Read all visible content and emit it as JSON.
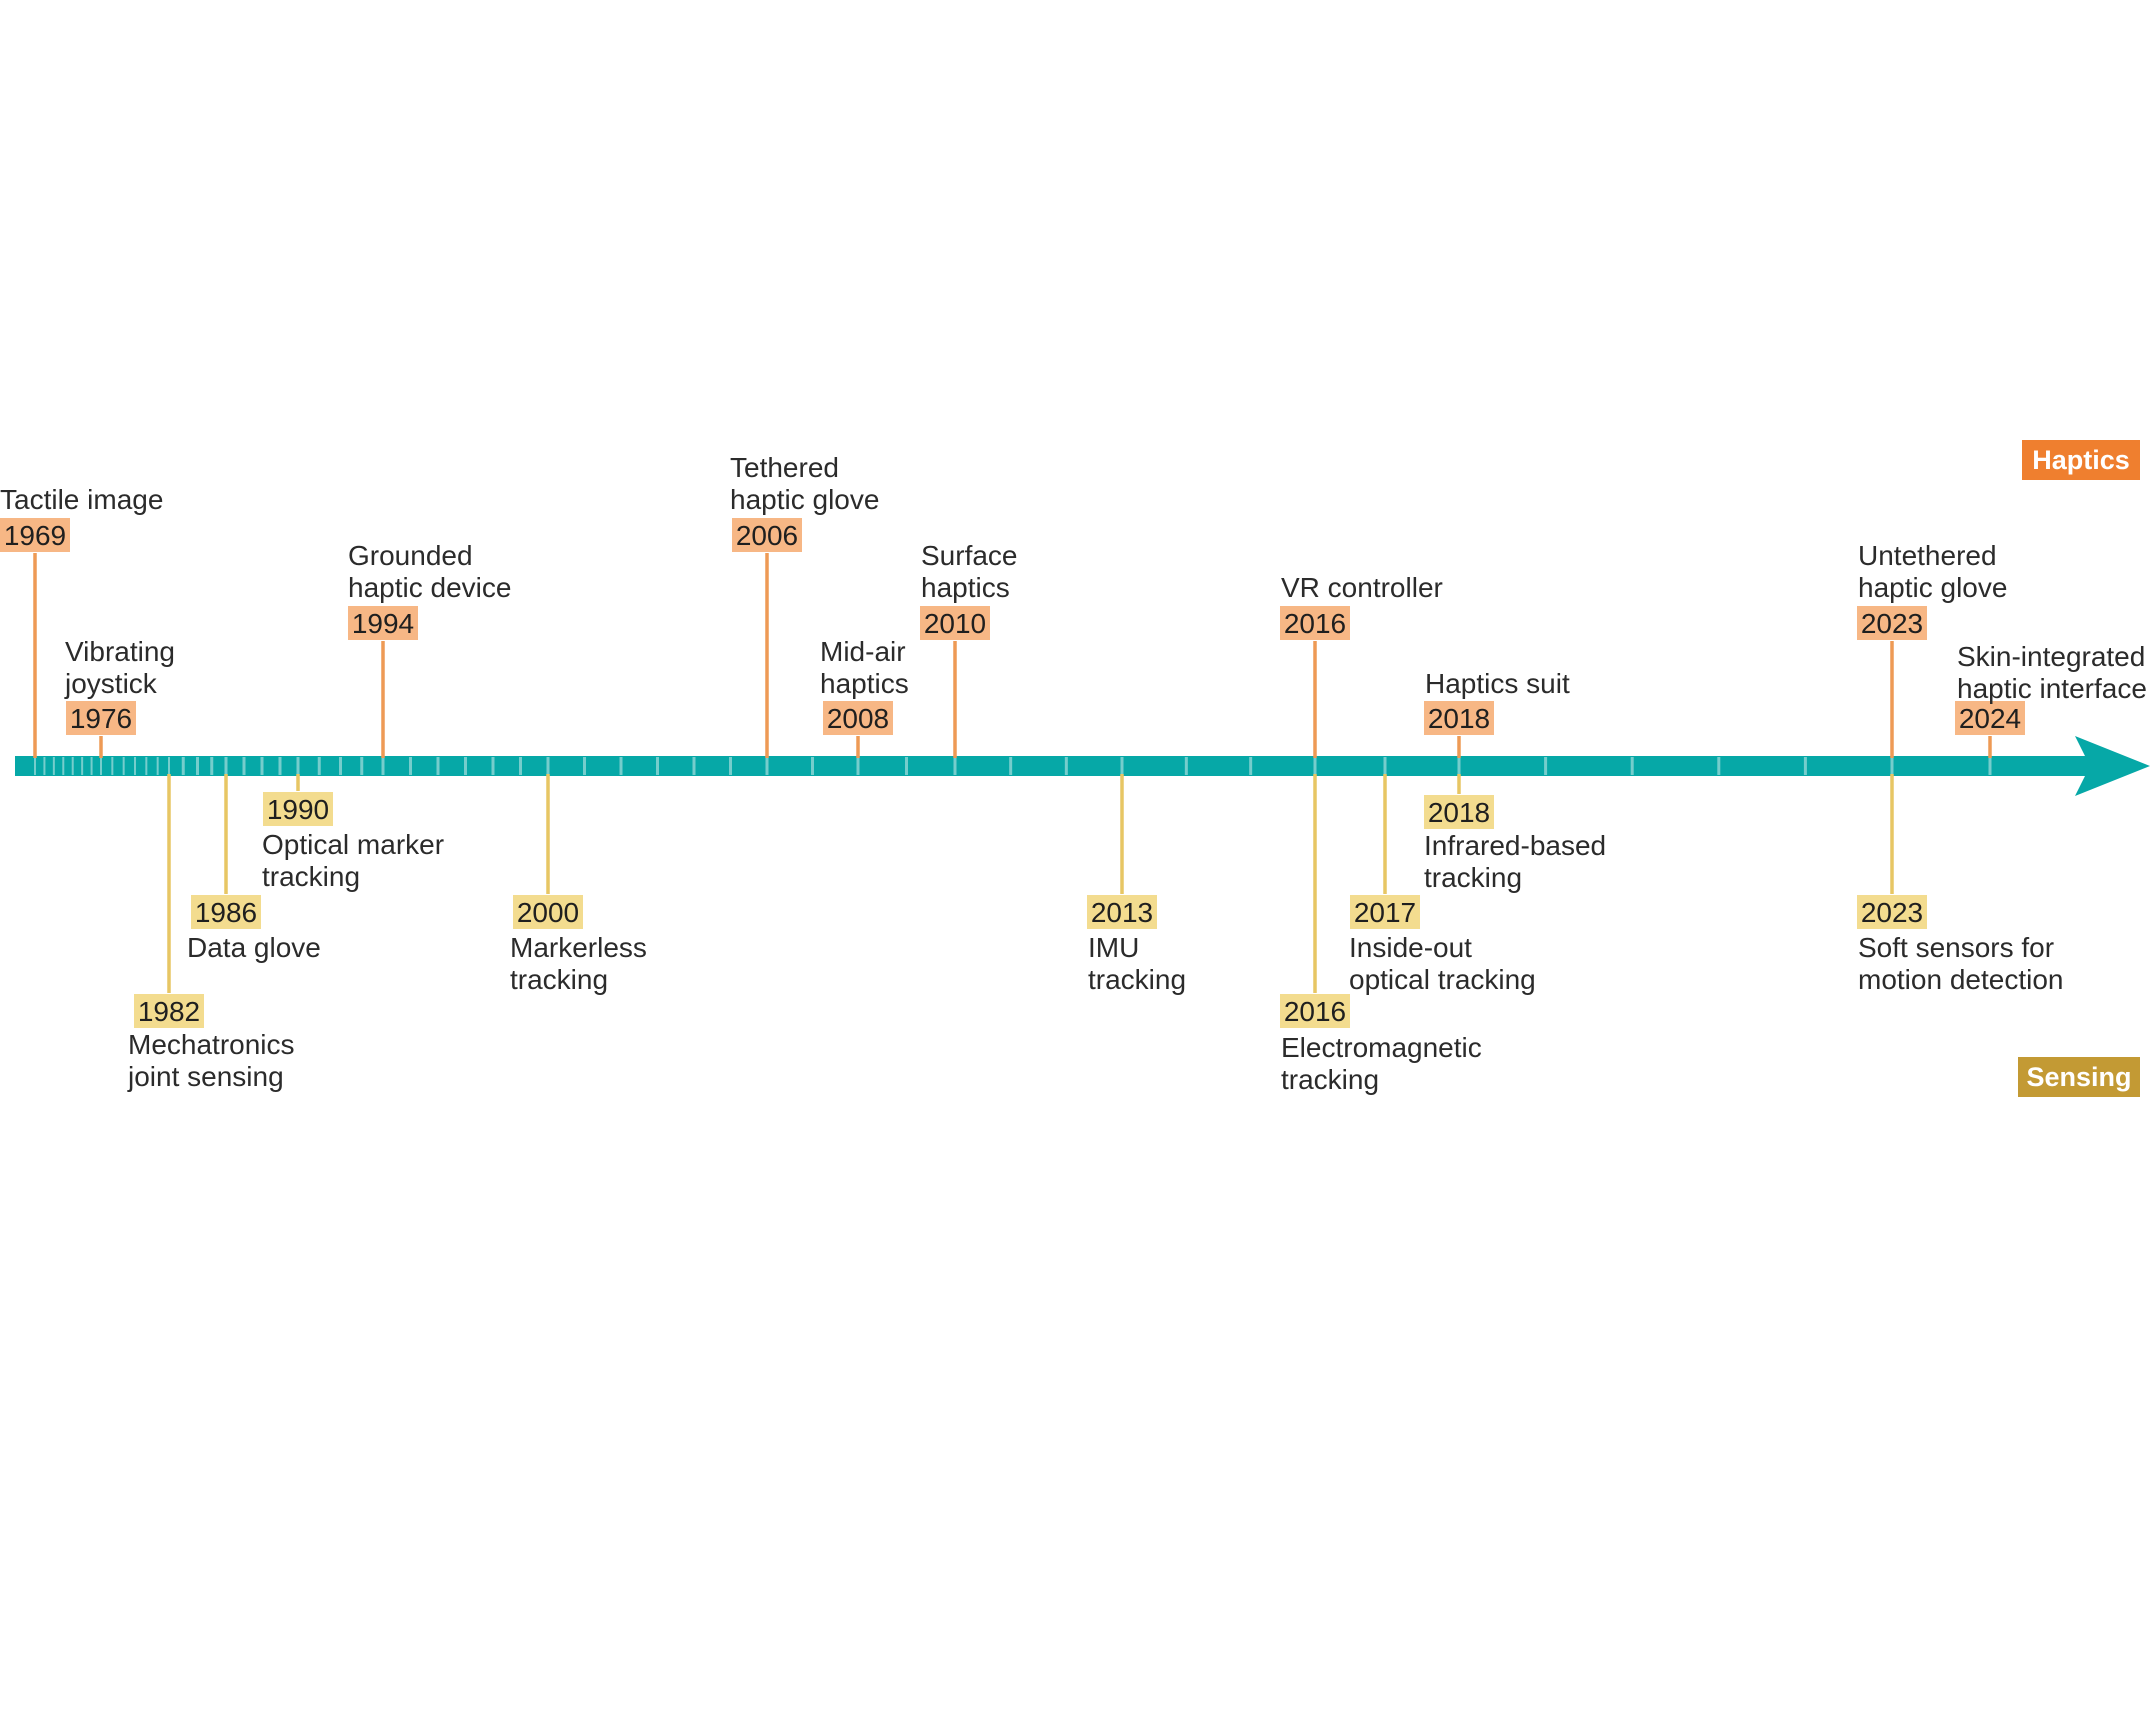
{
  "legend": {
    "haptics_label": "Haptics",
    "sensing_label": "Sensing"
  },
  "colors": {
    "axis": "#06a8a7",
    "haptics_line": "#ee9a55",
    "haptics_box": "#f7b785",
    "haptics_legend": "#ef7f2f",
    "sensing_line": "#e7c664",
    "sensing_box": "#f3dc8f",
    "sensing_legend": "#c39a34"
  },
  "haptics": [
    {
      "year": "1969",
      "lines": [
        "Tactile image"
      ]
    },
    {
      "year": "1976",
      "lines": [
        "Vibrating",
        "joystick"
      ]
    },
    {
      "year": "1994",
      "lines": [
        "Grounded",
        "haptic device"
      ]
    },
    {
      "year": "2006",
      "lines": [
        "Tethered",
        "haptic glove"
      ]
    },
    {
      "year": "2008",
      "lines": [
        "Mid-air",
        "haptics"
      ]
    },
    {
      "year": "2010",
      "lines": [
        "Surface",
        "haptics"
      ]
    },
    {
      "year": "2016",
      "lines": [
        "VR controller"
      ]
    },
    {
      "year": "2018",
      "lines": [
        "Haptics suit"
      ]
    },
    {
      "year": "2023",
      "lines": [
        "Untethered",
        "haptic glove"
      ]
    },
    {
      "year": "2024",
      "lines": [
        "Skin-integrated",
        "haptic interface"
      ]
    }
  ],
  "sensing": [
    {
      "year": "1982",
      "lines": [
        "Mechatronics",
        "joint sensing"
      ]
    },
    {
      "year": "1986",
      "lines": [
        "Data glove"
      ]
    },
    {
      "year": "1990",
      "lines": [
        "Optical marker",
        "tracking"
      ]
    },
    {
      "year": "2000",
      "lines": [
        "Markerless",
        "tracking"
      ]
    },
    {
      "year": "2013",
      "lines": [
        "IMU",
        "tracking"
      ]
    },
    {
      "year": "2016",
      "lines": [
        "Electromagnetic",
        "tracking"
      ]
    },
    {
      "year": "2017",
      "lines": [
        "Inside-out",
        "optical tracking"
      ]
    },
    {
      "year": "2018",
      "lines": [
        "Infrared-based",
        "tracking"
      ]
    },
    {
      "year": "2023",
      "lines": [
        "Soft sensors for",
        "motion detection"
      ]
    }
  ]
}
